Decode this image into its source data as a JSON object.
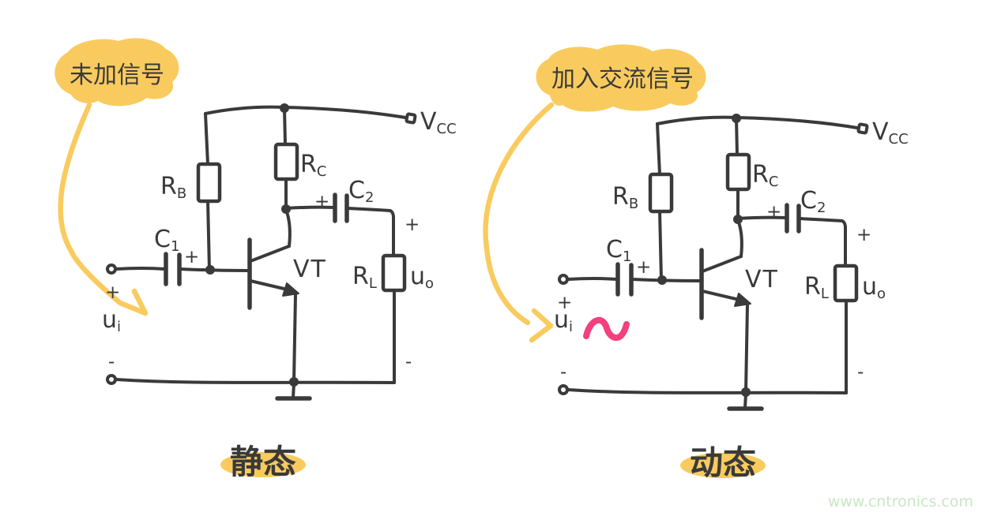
{
  "page": {
    "background": "#FFFFFF",
    "ink_color": "#3A3A3A",
    "accent_yellow": "#F9CB5F",
    "accent_pink": "#F4407C",
    "watermark": {
      "text": "www.cntronics.com",
      "color": "#C9E7C4"
    }
  },
  "panels": {
    "static": {
      "bubble": "未加信号",
      "caption": "静态"
    },
    "dynamic": {
      "bubble": "加入交流信号",
      "caption": "动态"
    }
  },
  "labels": {
    "vcc": {
      "main": "V",
      "sub": "CC"
    },
    "rb": {
      "main": "R",
      "sub": "B"
    },
    "rc": {
      "main": "R",
      "sub": "C"
    },
    "c1": {
      "main": "C",
      "sub": "1"
    },
    "c2": {
      "main": "C",
      "sub": "2"
    },
    "rl": {
      "main": "R",
      "sub": "L"
    },
    "ui": {
      "main": "u",
      "sub": "i"
    },
    "uo": {
      "main": "u",
      "sub": "o"
    },
    "vt": "VT",
    "plus": "+",
    "minus": "-"
  }
}
